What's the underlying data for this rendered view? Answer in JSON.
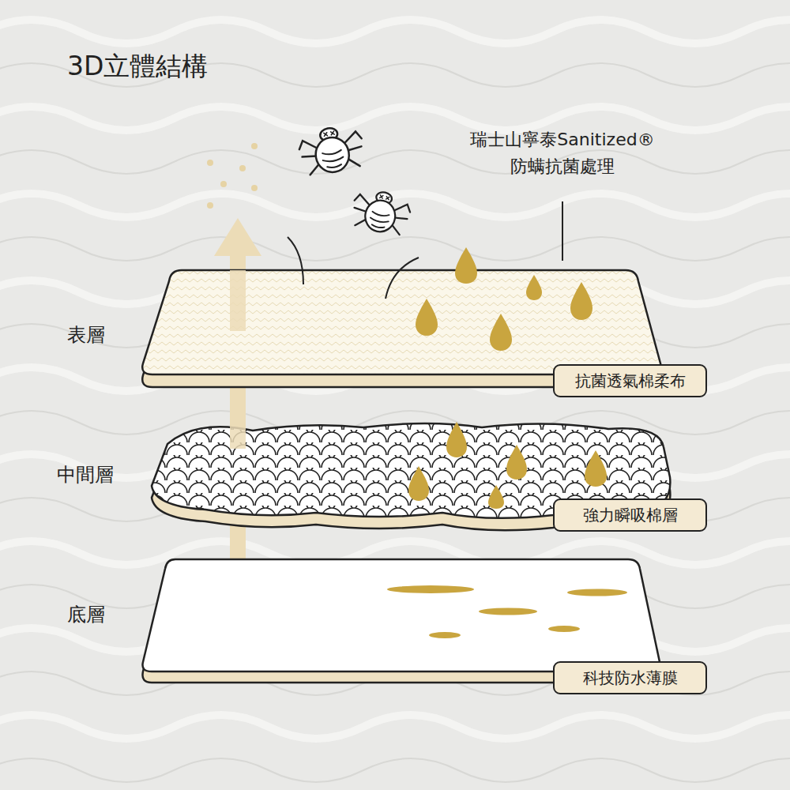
{
  "diagram": {
    "title": "3D立體結構",
    "nodes": [
      {
        "text": [
          "抗菌透氣棉柔布"
        ]
      },
      {
        "text": [
          "強力瞬吸棉層"
        ]
      },
      {
        "text": [
          "科技防水薄膜"
        ]
      }
    ],
    "labels": [
      "瑞士山寧泰Sanitized® 防螨抗菌處理",
      "表層",
      "中間層",
      "底層"
    ]
  }
}
